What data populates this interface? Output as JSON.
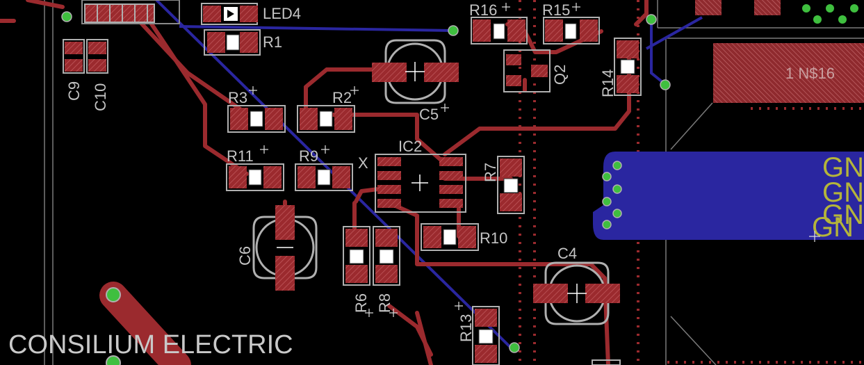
{
  "board": {
    "labels": {
      "led4": "LED4",
      "r1": "R1",
      "r16": "R16",
      "r15": "R15",
      "c9": "C9",
      "c10": "C10",
      "r3": "R3",
      "r2": "R2",
      "c5": "C5",
      "q2": "Q2",
      "r14": "R14",
      "n16": "1 N$16",
      "ic2": "IC2",
      "x": "X",
      "r11": "R11",
      "r9": "R9",
      "r7": "R7",
      "r10": "R10",
      "c6": "C6",
      "r6": "R6",
      "r8": "R8",
      "c4": "C4",
      "r13": "R13",
      "gnd": [
        "GN",
        "GN",
        "GN",
        "GN"
      ],
      "company": "CONSILIUM ELECTRIC"
    },
    "colors": {
      "background": "#000000",
      "copper_top": "#9b2a2e",
      "copper_bottom": "#2a26a0",
      "silkscreen": "#c4c4c4",
      "via": "#3fbf3f",
      "gnd_text": "#b5b53a"
    }
  }
}
